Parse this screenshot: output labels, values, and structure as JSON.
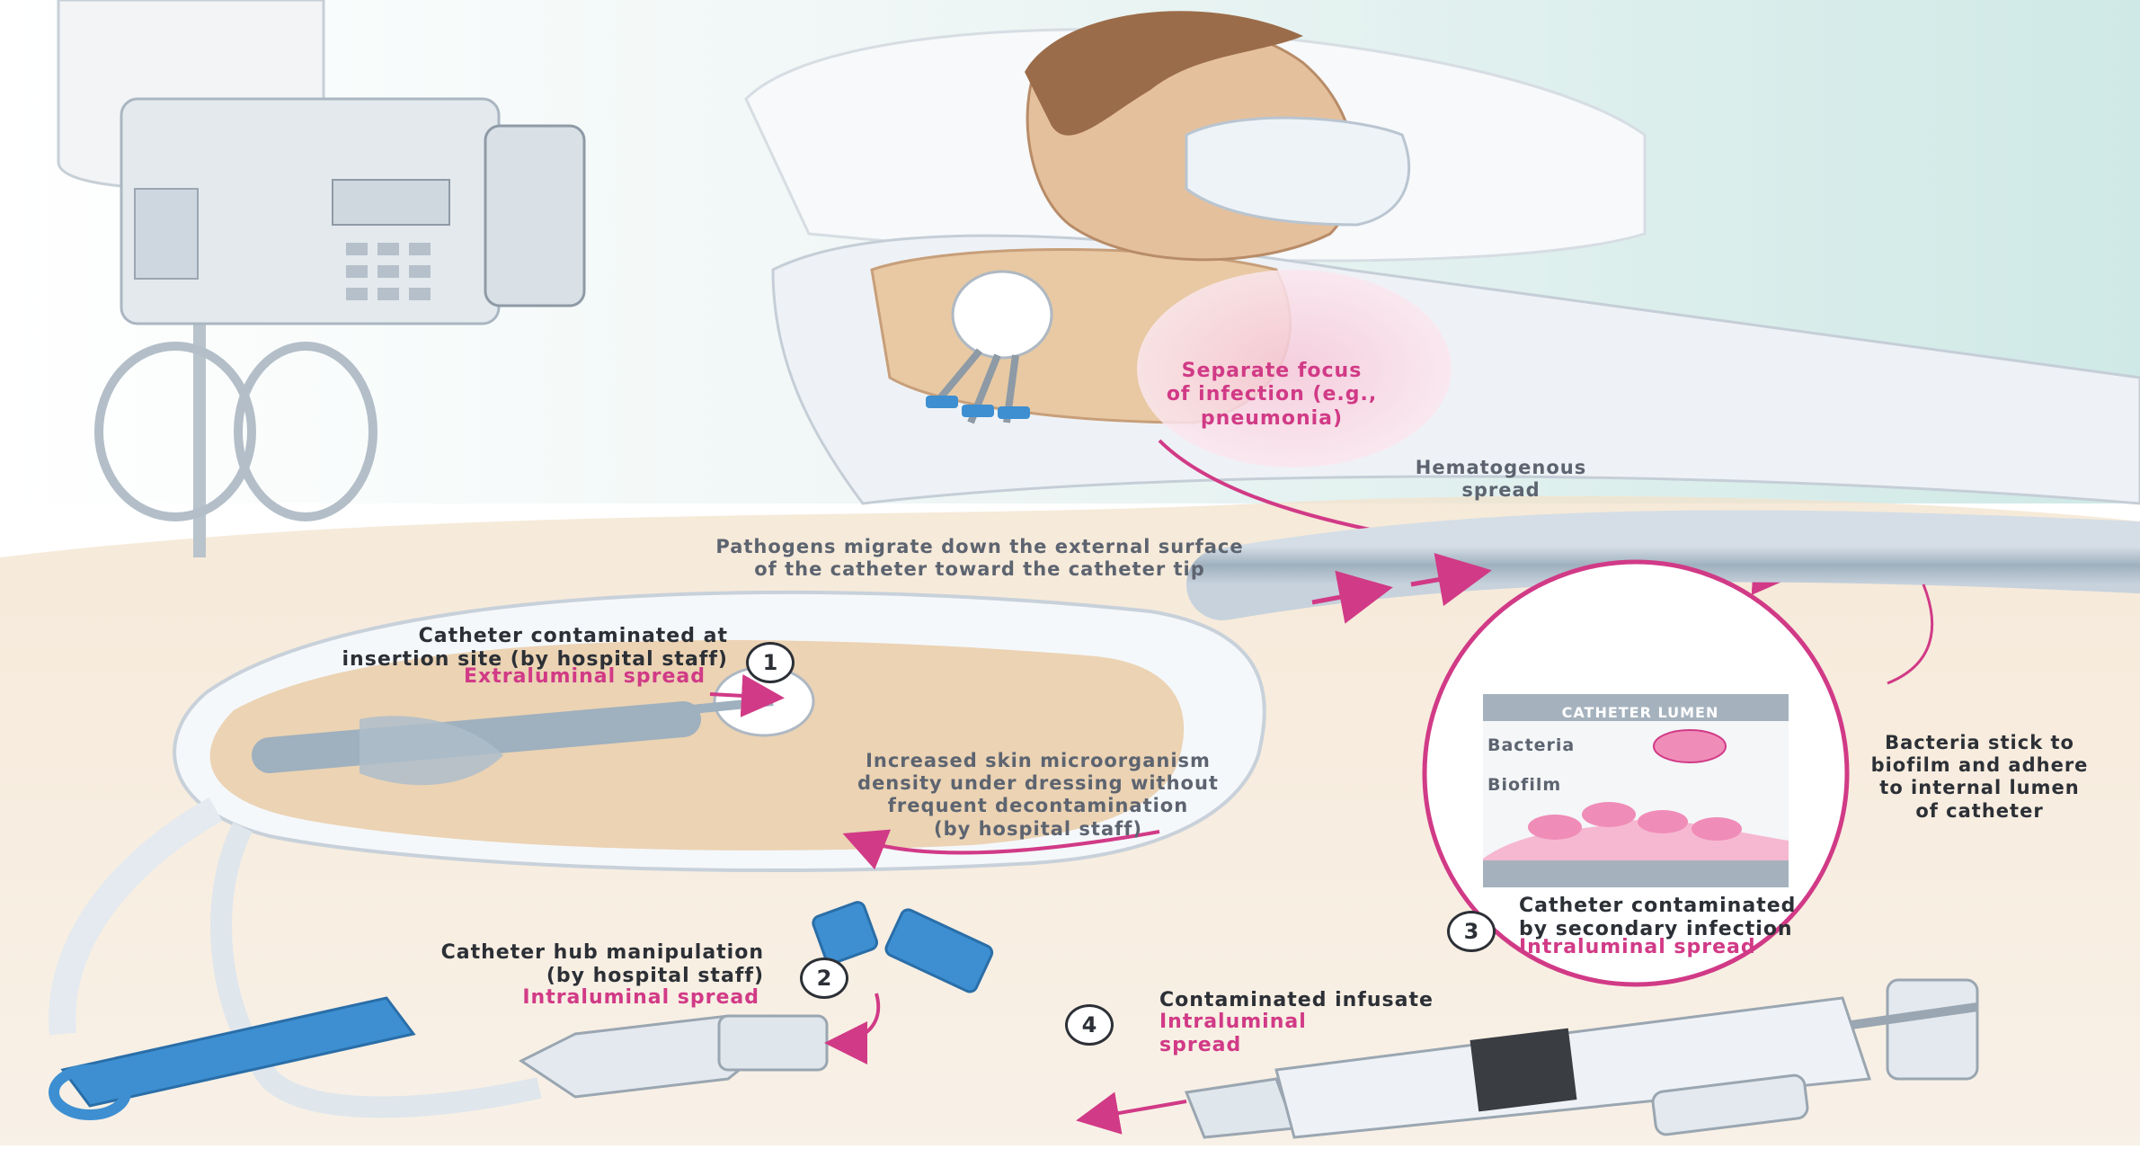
{
  "labels": {
    "separate_focus": "Separate focus\nof infection (e.g.,\npneumonia)",
    "hematogenous": "Hematogenous\nspread",
    "pathogens": "Pathogens migrate down the external surface\nof the catheter toward the catheter tip",
    "insertion_site": "Catheter contaminated at\ninsertion site (by hospital staff)",
    "extraluminal": "Extraluminal spread",
    "skin_density": "Increased skin microorganism\ndensity under dressing without\nfrequent decontamination\n(by hospital staff)",
    "hub_manipulation": "Catheter hub manipulation\n(by hospital staff)",
    "intraluminal_2": "Intraluminal spread",
    "catheter_lumen": "CATHETER LUMEN",
    "bacteria": "Bacteria",
    "biofilm": "Biofilm",
    "bacteria_stick": "Bacteria stick to\nbiofilm and adhere\nto internal lumen\nof catheter",
    "secondary_infection": "Catheter contaminated\nby secondary infection",
    "intraluminal_3": "Intraluminal spread",
    "contaminated_infusate": "Contaminated infusate",
    "intraluminal_4": "Intraluminal\nspread"
  },
  "steps": {
    "one": "1",
    "two": "2",
    "three": "3",
    "four": "4"
  },
  "colors": {
    "accent_pink": "#d13a86",
    "text_dark": "#2c3036",
    "text_grey": "#5d6470",
    "skin": "#e8c9a3",
    "catheter": "#aebdca",
    "hub_blue": "#3d8fd1"
  }
}
